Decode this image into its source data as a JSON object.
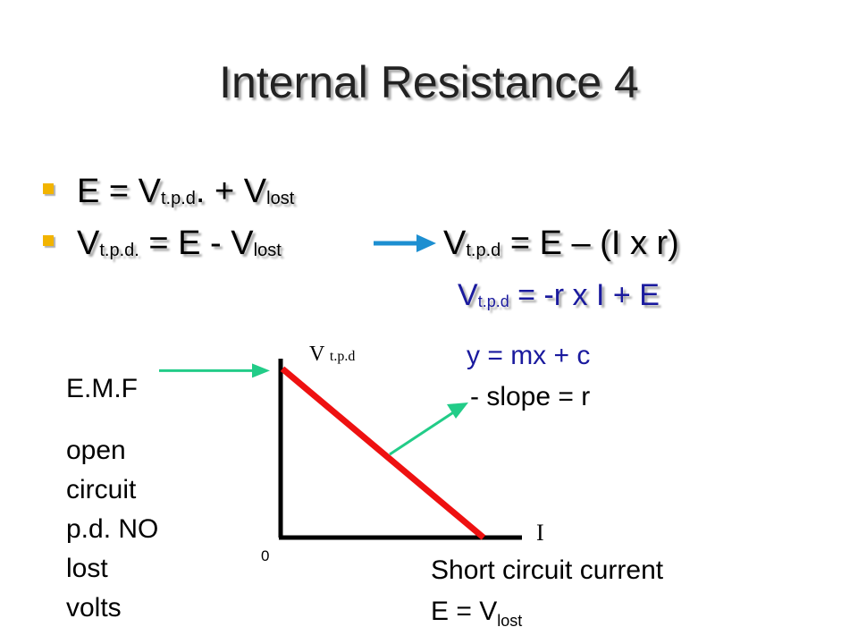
{
  "slide": {
    "title": "Internal Resistance 4",
    "bullet1": {
      "a": "E = V",
      "a_sub": "t.p.d",
      "b": ".  + V",
      "b_sub": "lost"
    },
    "bullet2": {
      "a": "V",
      "a_sub": "t.p.d.",
      "b": " = E  - V",
      "b_sub": "lost"
    },
    "equation2": {
      "a": "V",
      "a_sub": "t.p.d",
      "b": " = E – (I x r)"
    },
    "equation3": {
      "a": "V",
      "a_sub": "t.p.d",
      "b": " = -r x I  + E"
    },
    "linear_form": "y    = mx   + c",
    "slope_note": "- slope = r",
    "emf_label": "E.M.F",
    "open_circuit_note": [
      "open",
      "circuit",
      "p.d. NO",
      "lost",
      "volts"
    ],
    "short_circuit_line1": "Short circuit current",
    "short_circuit_line2_a": "E = V",
    "short_circuit_line2_sub": "lost"
  },
  "chart_data": {
    "type": "line",
    "ylabel_main": "V",
    "ylabel_sub": "t.p.d",
    "xlabel": "I",
    "origin_label": "0",
    "series": [
      {
        "points": [
          [
            0,
            1
          ],
          [
            1,
            0
          ]
        ]
      }
    ],
    "xlim": [
      0,
      1.2
    ],
    "ylim": [
      0,
      1.06
    ],
    "line_color": "#ee1111",
    "arrow_color": "#22cc88",
    "axis_color": "#000000"
  }
}
